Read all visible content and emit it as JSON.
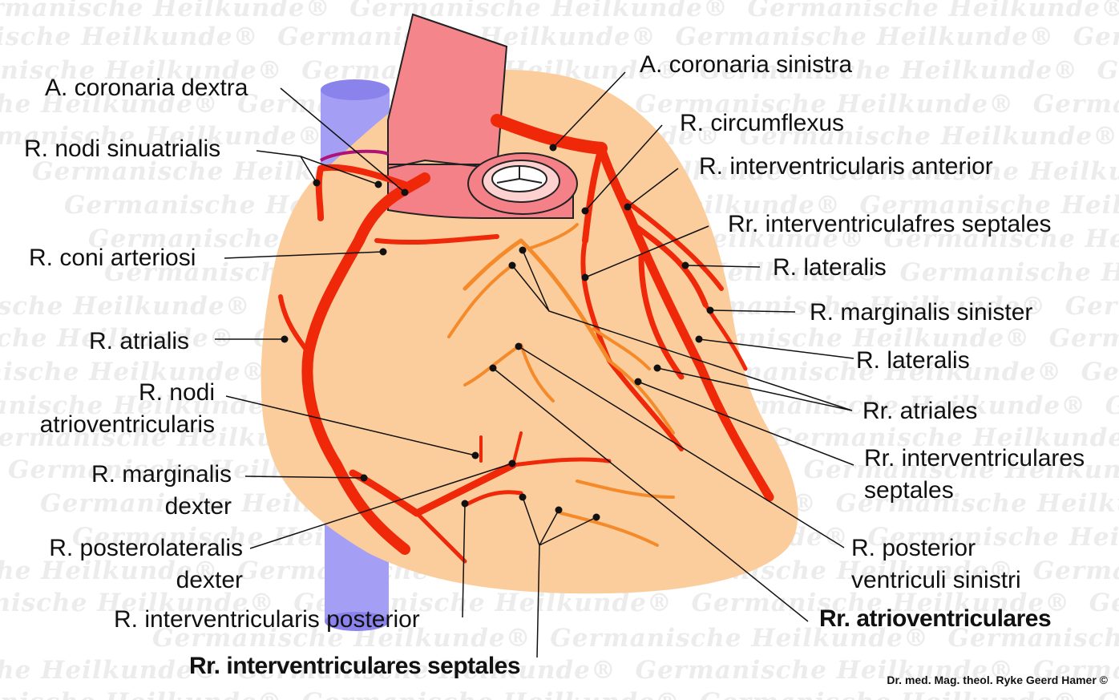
{
  "watermark": "Germanische Heilkunde®",
  "colors": {
    "heart": "#fbcd9c",
    "aorta": "#f4858a",
    "vein": "#a59ef5",
    "artery": "#f0280a",
    "branch": "#f58a2a"
  },
  "labels": {
    "a_coronaria_dextra": "A. coronaria dextra",
    "r_nodi_sinuatrialis": "R. nodi sinuatrialis",
    "r_coni_arteriosi": "R. coni arteriosi",
    "r_atrialis": "R. atrialis",
    "r_nodi_av_1": "R. nodi",
    "r_nodi_av_2": "atrioventricularis",
    "r_marginalis_dexter_1": "R. marginalis",
    "r_marginalis_dexter_2": "dexter",
    "r_posterolateralis_1": "R. posterolateralis",
    "r_posterolateralis_2": "dexter",
    "r_iv_posterior": "R. interventricularis posterior",
    "rr_iv_septales_bottom": "Rr. interventriculares septales",
    "a_coronaria_sinistra": "A. coronaria sinistra",
    "r_circumflexus": "R. circumflexus",
    "r_iv_anterior": "R. interventricularis anterior",
    "rr_iv_septales_top": "Rr. interventriculafres septales",
    "r_lateralis_1": "R. lateralis",
    "r_marginalis_sinister": "R. marginalis sinister",
    "r_lateralis_2": "R. lateralis",
    "rr_atriales": "Rr. atriales",
    "rr_iv_septales_right_1": "Rr. interventriculares",
    "rr_iv_septales_right_2": "septales",
    "r_posterior_1": "R. posterior",
    "r_posterior_2": "ventriculi sinistri",
    "rr_atrioventriculares": "Rr. atrioventriculares"
  },
  "credit": "Dr. med. Mag. theol. Ryke Geerd Hamer ©"
}
